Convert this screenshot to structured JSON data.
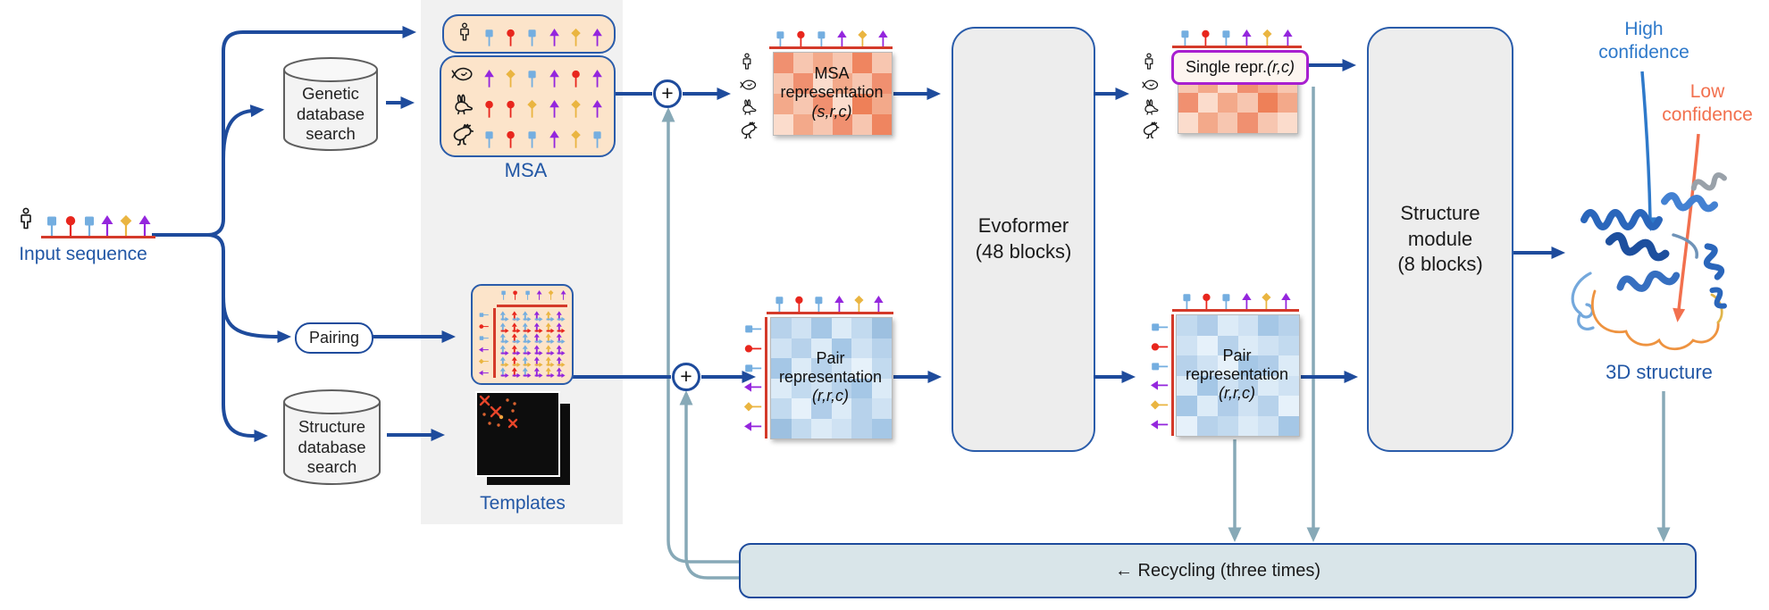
{
  "labels": {
    "input_sequence": "Input sequence",
    "genetic_db": [
      "Genetic",
      "database",
      "search"
    ],
    "structure_db": [
      "Structure",
      "database",
      "search"
    ],
    "pairing": "Pairing",
    "msa": "MSA",
    "templates": "Templates",
    "msa_repr": [
      "MSA",
      "representation"
    ],
    "msa_repr_dims": "(s,r,c)",
    "single_repr": "Single repr. ",
    "single_repr_dims": "(r,c)",
    "pair_repr": [
      "Pair",
      "representation"
    ],
    "pair_repr_dims": "(r,r,c)",
    "evoformer": [
      "Evoformer",
      "(48 blocks)"
    ],
    "structure_module": [
      "Structure",
      "module",
      "(8 blocks)"
    ],
    "recycling": "← Recycling (three times)",
    "high_confidence": [
      "High",
      "confidence"
    ],
    "low_confidence": [
      "Low",
      "confidence"
    ],
    "structure_3d": "3D structure",
    "plus": "+"
  },
  "colors": {
    "arrow_blue": "#1e4b9c",
    "recycle_steel": "#87a9b7",
    "high_confidence_blue": "#2e79ca",
    "low_confidence_orange": "#f2704e",
    "label_blue": "#2257a5",
    "peach_fill": "#fce4ca",
    "box_fill": "#ededed",
    "bar_fill": "#d9e5e9",
    "baseline_red": "#d43a2a",
    "purple_highlight": "#a81fd0"
  },
  "glyphs": {
    "palette": {
      "b": "#74aee0",
      "r": "#e8261d",
      "p": "#9426dd",
      "g": "#eab541"
    },
    "shapes": {
      "b": "square",
      "r": "circle",
      "p": "arrow",
      "g": "diamond"
    },
    "input_sequence": [
      "b",
      "r",
      "b",
      "p",
      "g",
      "p"
    ]
  },
  "msa": {
    "rows": [
      {
        "animal": "human",
        "seq": [
          "b",
          "r",
          "b",
          "p",
          "g",
          "p"
        ]
      },
      {
        "animal": "fish",
        "seq": [
          "p",
          "g",
          "b",
          "p",
          "r",
          "p"
        ]
      },
      {
        "animal": "rabbit",
        "seq": [
          "r",
          "r",
          "g",
          "p",
          "g",
          "p"
        ]
      },
      {
        "animal": "rooster",
        "seq": [
          "b",
          "r",
          "b",
          "p",
          "g",
          "b"
        ]
      }
    ],
    "repr_animals": [
      "human",
      "fish",
      "rabbit",
      "rooster"
    ]
  },
  "heatmaps": {
    "msa_repr": [
      [
        "#f09070",
        "#f7c6b0",
        "#f3a98a",
        "#f7c6b0",
        "#ef8560",
        "#f7c6b0"
      ],
      [
        "#f7c6b0",
        "#f09070",
        "#fbdccc",
        "#f3a98a",
        "#f7c6b0",
        "#f09070"
      ],
      [
        "#f3a98a",
        "#f7c6b0",
        "#f09070",
        "#fbdccc",
        "#ee8058",
        "#f3a98a"
      ],
      [
        "#fbdccc",
        "#f3a98a",
        "#f7c6b0",
        "#f09070",
        "#f7c6b0",
        "#ef8560"
      ]
    ],
    "single_repr": [
      [
        "#f3a98a",
        "#f7c6b0",
        "#f09070",
        "#f3a98a",
        "#f7c6b0",
        "#f09070"
      ],
      [
        "#f7c6b0",
        "#f3a98a",
        "#fbdccc",
        "#f09070",
        "#f3a98a",
        "#f7c6b0"
      ],
      [
        "#f09070",
        "#fbdccc",
        "#f3a98a",
        "#f7c6b0",
        "#ee8058",
        "#f3a98a"
      ],
      [
        "#fbdccc",
        "#f3a98a",
        "#f7c6b0",
        "#f09070",
        "#f7c6b0",
        "#fbdccc"
      ]
    ],
    "pair_repr1": [
      [
        "#b7d2eb",
        "#cfe2f3",
        "#a5c7e6",
        "#dcebf7",
        "#c2daef",
        "#9dc0e0"
      ],
      [
        "#cfe2f3",
        "#b7d2eb",
        "#dcebf7",
        "#a5c7e6",
        "#cfe2f3",
        "#b7d2eb"
      ],
      [
        "#a5c7e6",
        "#dcebf7",
        "#b7d2eb",
        "#cfe2f3",
        "#e6f1fa",
        "#c2daef"
      ],
      [
        "#dcebf7",
        "#c2daef",
        "#cfe2f3",
        "#b7d2eb",
        "#a5c7e6",
        "#dcebf7"
      ],
      [
        "#c2daef",
        "#e6f1fa",
        "#b0cde9",
        "#dcebf7",
        "#b7d2eb",
        "#cfe2f3"
      ],
      [
        "#9dc0e0",
        "#c2daef",
        "#dcebf7",
        "#cfe2f3",
        "#b7d2eb",
        "#a5c7e6"
      ]
    ],
    "pair_repr2": [
      [
        "#c2daef",
        "#b0cde9",
        "#dcebf7",
        "#cfe2f3",
        "#a5c7e6",
        "#b7d2eb"
      ],
      [
        "#cfe2f3",
        "#e6f1fa",
        "#b7d2eb",
        "#dcebf7",
        "#cfe2f3",
        "#c2daef"
      ],
      [
        "#b7d2eb",
        "#cfe2f3",
        "#e6f1fa",
        "#a5c7e6",
        "#b0cde9",
        "#dcebf7"
      ],
      [
        "#dcebf7",
        "#a5c7e6",
        "#cfe2f3",
        "#b7d2eb",
        "#dcebf7",
        "#cfe2f3"
      ],
      [
        "#a5c7e6",
        "#dcebf7",
        "#b0cde9",
        "#cfe2f3",
        "#b7d2eb",
        "#e6f1fa"
      ],
      [
        "#e6f1fa",
        "#b7d2eb",
        "#c2daef",
        "#dcebf7",
        "#cfe2f3",
        "#a5c7e6"
      ]
    ]
  }
}
